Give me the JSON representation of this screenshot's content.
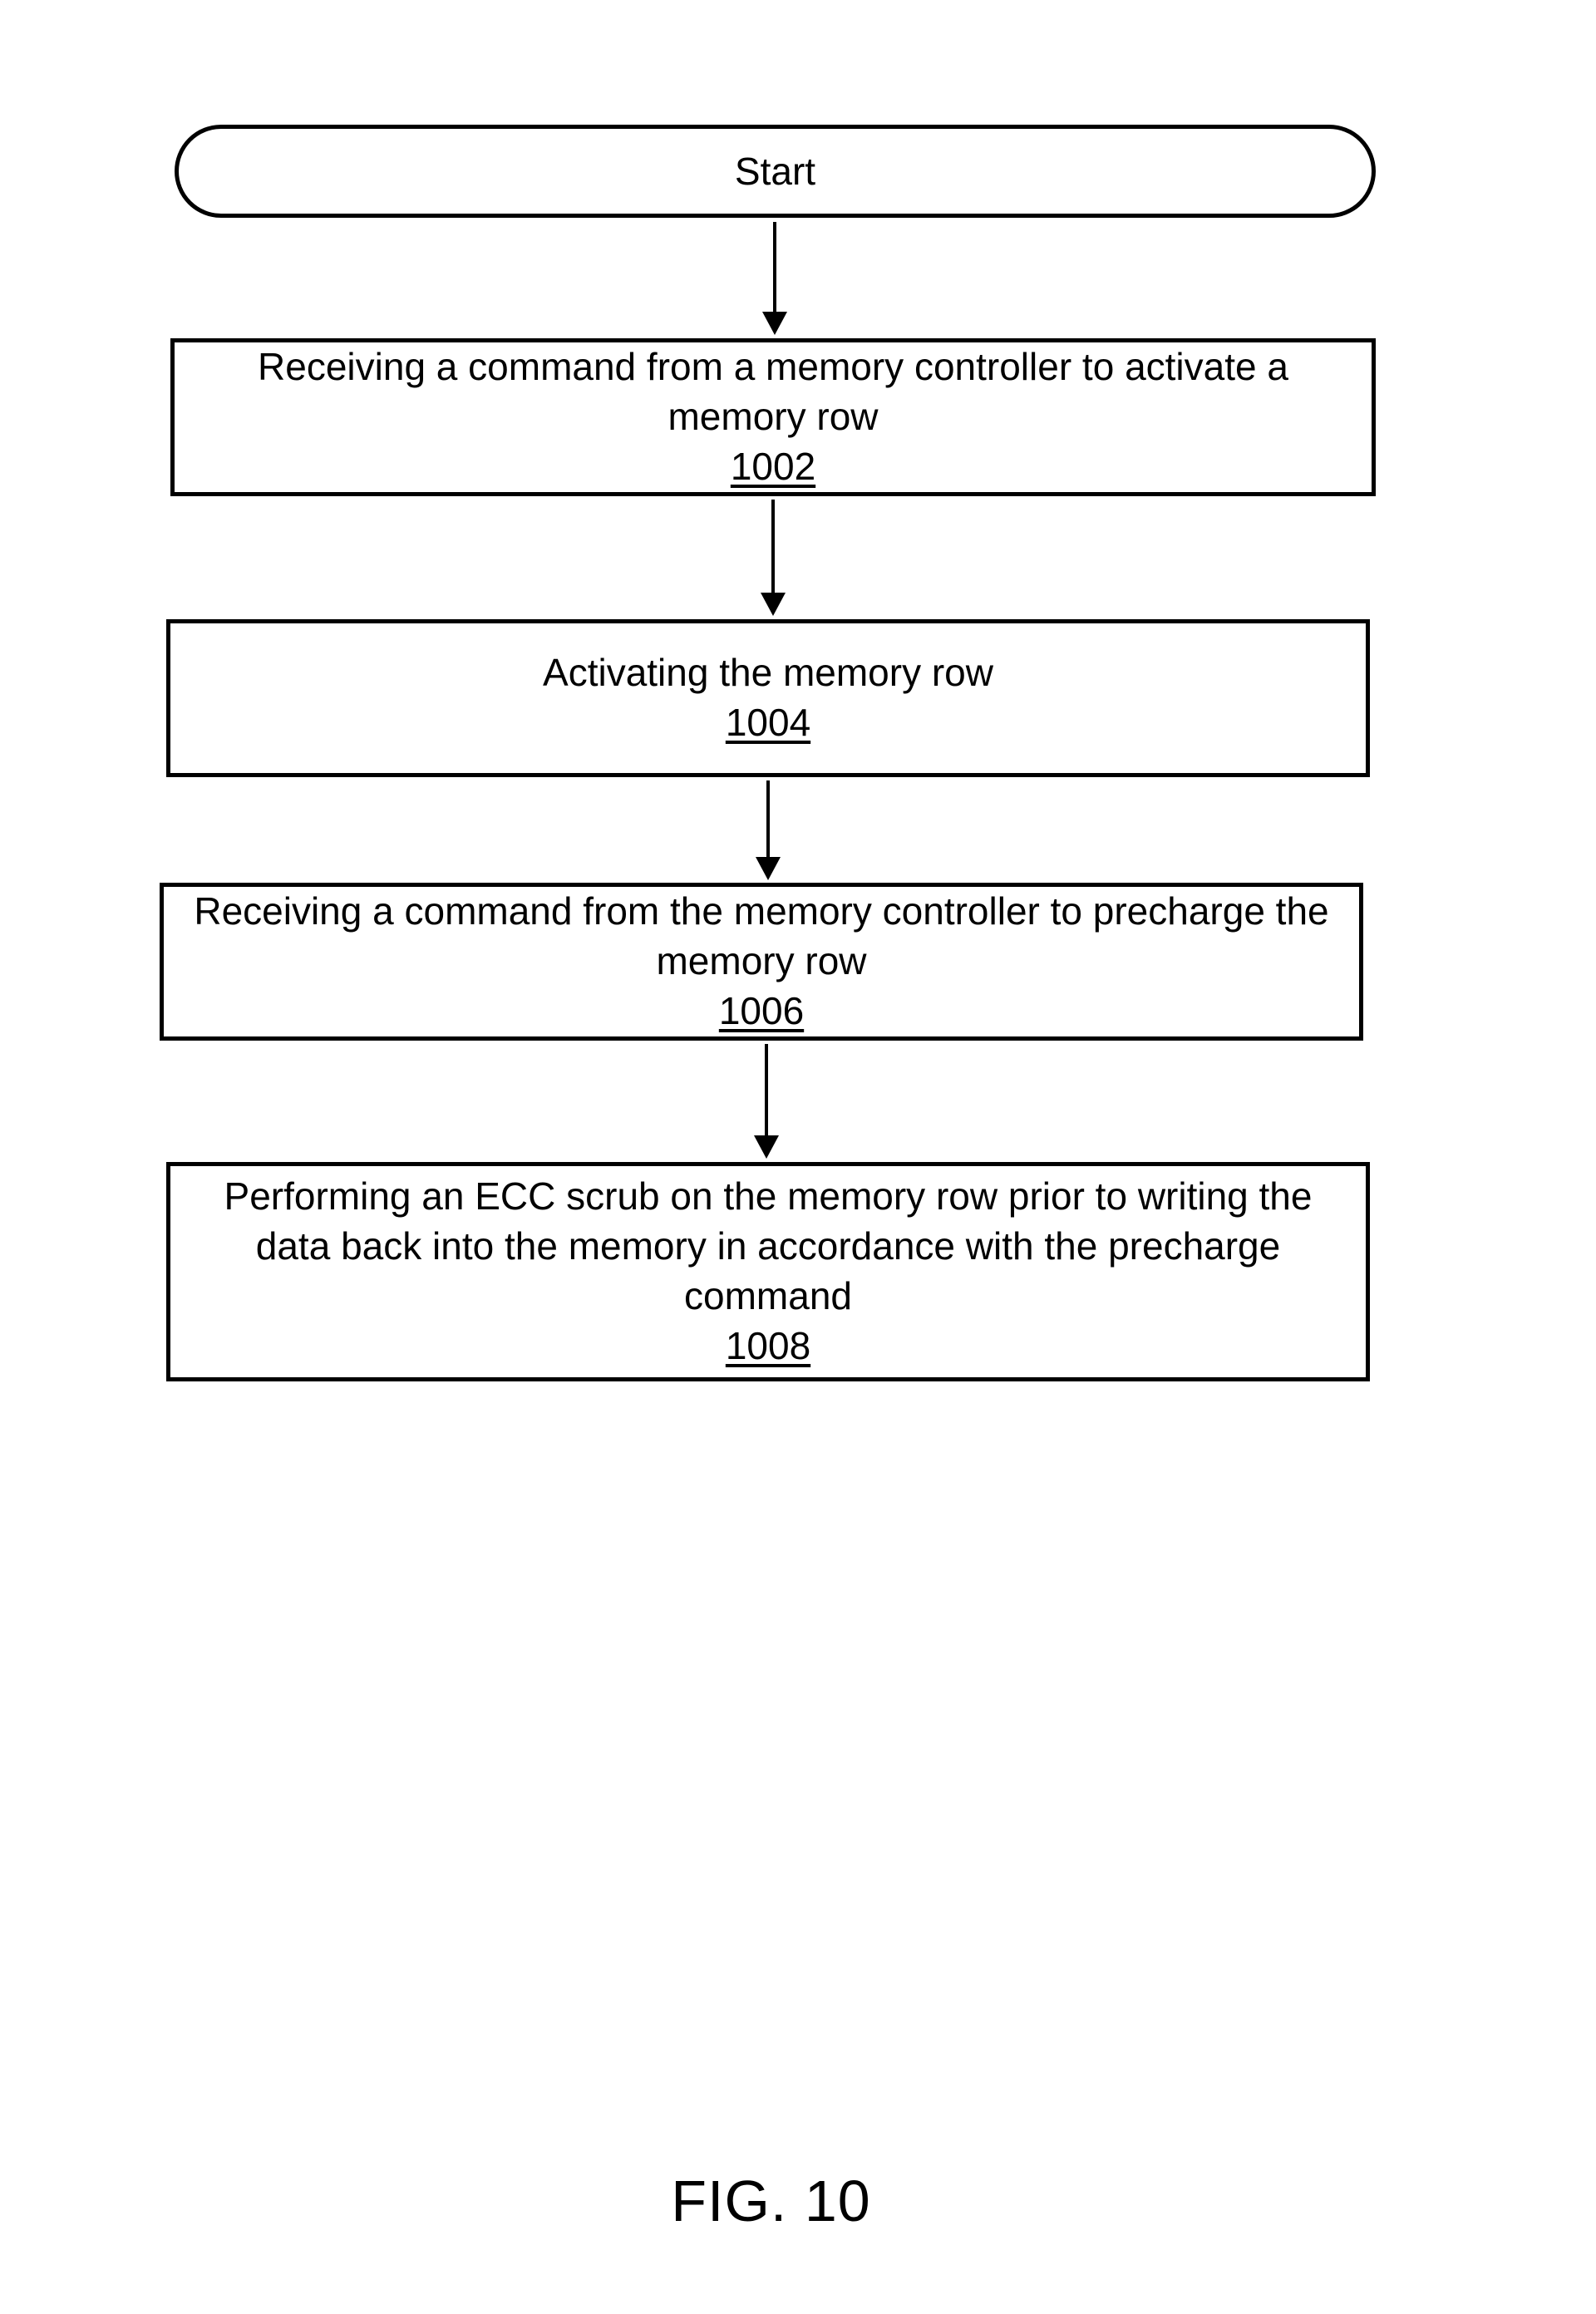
{
  "figure": {
    "caption": "FIG. 10"
  },
  "flowchart": {
    "start": {
      "label": "Start"
    },
    "steps": [
      {
        "text": "Receiving a command from a memory controller to activate a memory row",
        "ref": "1002"
      },
      {
        "text": "Activating the memory row",
        "ref": "1004"
      },
      {
        "text": "Receiving a command from the memory controller to precharge the memory row",
        "ref": "1006"
      },
      {
        "text": "Performing an ECC scrub on the memory row prior to writing the data back into the memory in accordance with the precharge command",
        "ref": "1008"
      }
    ],
    "colors": {
      "line": "#000000",
      "background": "#ffffff",
      "text": "#000000"
    }
  }
}
